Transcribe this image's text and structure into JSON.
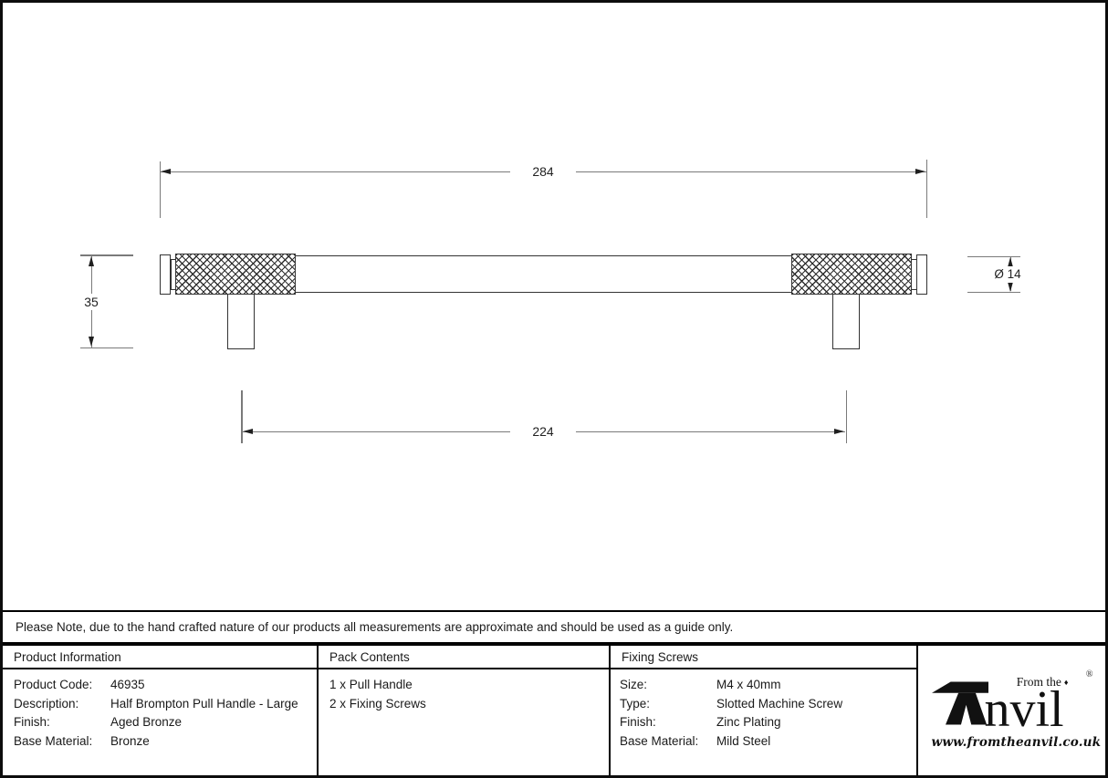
{
  "drawing": {
    "dim_overall_length": "284",
    "dim_fixing_centres": "224",
    "dim_projection": "35",
    "dim_diameter": "Ø 14"
  },
  "note": {
    "text": "Please Note, due to the hand crafted nature of our products all measurements are approximate and should be used as a guide only."
  },
  "tables": {
    "product_information": {
      "header": "Product Information",
      "rows": [
        {
          "label": "Product Code:",
          "value": "46935"
        },
        {
          "label": "Description:",
          "value": "Half Brompton Pull Handle - Large"
        },
        {
          "label": "Finish:",
          "value": "Aged Bronze"
        },
        {
          "label": "Base Material:",
          "value": "Bronze"
        }
      ]
    },
    "pack_contents": {
      "header": "Pack Contents",
      "items": [
        "1 x Pull Handle",
        "2 x Fixing Screws"
      ]
    },
    "fixing_screws": {
      "header": "Fixing Screws",
      "rows": [
        {
          "label": "Size:",
          "value": "M4 x 40mm"
        },
        {
          "label": "Type:",
          "value": "Slotted Machine Screw"
        },
        {
          "label": "Finish:",
          "value": "Zinc Plating"
        },
        {
          "label": "Base Material:",
          "value": "Mild Steel"
        }
      ]
    }
  },
  "logo": {
    "from_the": "From the",
    "diamond": "♦",
    "name_rest": "nvil",
    "registered": "®",
    "url": "www.fromtheanvil.co.uk"
  }
}
